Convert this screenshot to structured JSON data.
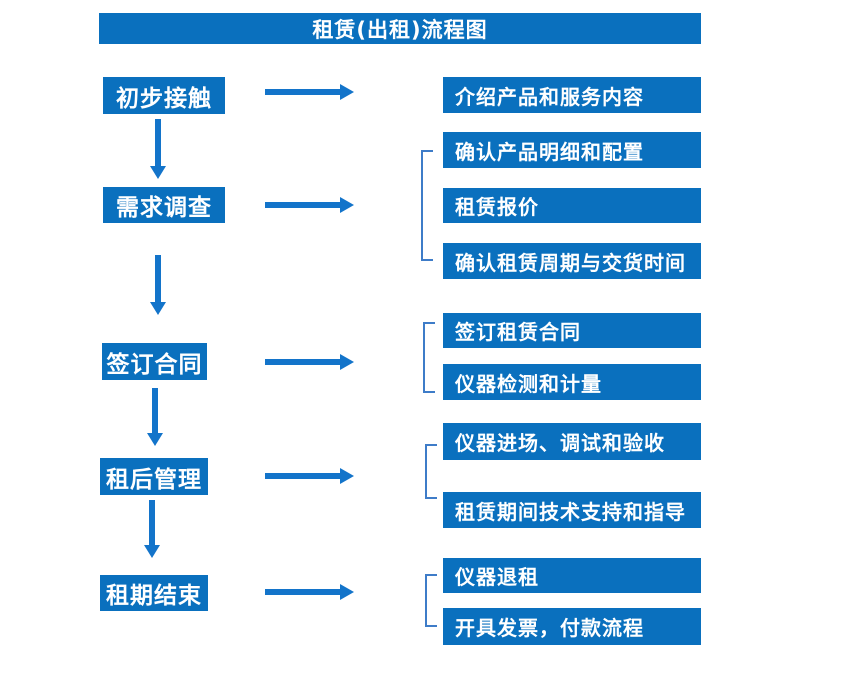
{
  "title": "租赁(出租)流程图",
  "colors": {
    "box": "#0A70BE",
    "arrow": "#1374CA",
    "bracket": "#3E7CC8",
    "text": "#FFFFFF",
    "background": "#FFFFFF"
  },
  "steps": [
    {
      "label": "初步接触",
      "details": [
        "介绍产品和服务内容"
      ]
    },
    {
      "label": "需求调查",
      "details": [
        "确认产品明细和配置",
        "租赁报价",
        "确认租赁周期与交货时间"
      ]
    },
    {
      "label": "签订合同",
      "details": [
        "签订租赁合同",
        "仪器检测和计量"
      ]
    },
    {
      "label": "租后管理",
      "details": [
        "仪器进场、调试和验收",
        "租赁期间技术支持和指导"
      ]
    },
    {
      "label": "租期结束",
      "details": [
        "仪器退租",
        "开具发票，付款流程"
      ]
    }
  ]
}
